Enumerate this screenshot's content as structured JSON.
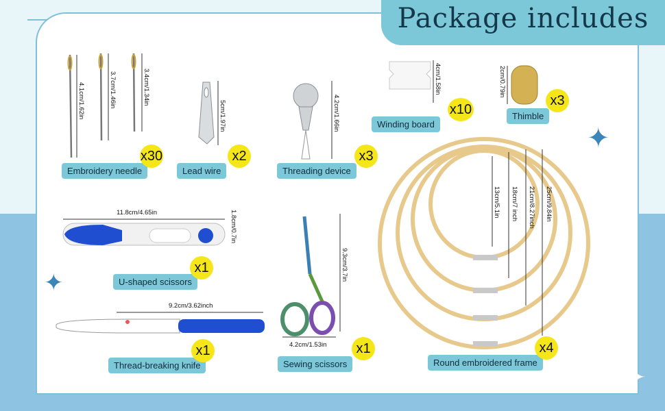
{
  "header": {
    "title": "Package includes"
  },
  "items": [
    {
      "name": "Embroidery needle",
      "qty": "x30",
      "dims": [
        "4.1cm/1.62in",
        "3.7cm/1.46in",
        "3.4cm/1.34in"
      ]
    },
    {
      "name": "Lead wire",
      "qty": "x2",
      "dims": [
        "5cm/1.97in"
      ]
    },
    {
      "name": "Threading device",
      "qty": "x3",
      "dims": [
        "4.2cm/1.66in"
      ]
    },
    {
      "name": "Winding board",
      "qty": "x10",
      "dims": [
        "4cm/1.58in"
      ]
    },
    {
      "name": "Thimble",
      "qty": "x3",
      "dims": [
        "2cm/0.79in"
      ]
    },
    {
      "name": "U-shaped scissors",
      "qty": "x1",
      "dims": [
        "11.8cm/4.65in",
        "1.8cm/0.7in"
      ]
    },
    {
      "name": "Sewing scissors",
      "qty": "x1",
      "dims": [
        "9.3cm/3.7in",
        "4.2cm/1.53in"
      ]
    },
    {
      "name": "Thread-breaking knife",
      "qty": "x1",
      "dims": [
        "9.2cm/3.62inch"
      ]
    },
    {
      "name": "Round embroidered frame",
      "qty": "x4",
      "dims": [
        "13cm/5.1in",
        "18cm/7 inch",
        "21cm/8.27inch",
        "25cm/9.84in"
      ]
    }
  ],
  "colors": {
    "accent": "#7cc8d9",
    "badge": "#f5e61a",
    "deep_blue": "#1f4fd0",
    "frame_wood": "#e7c98b"
  }
}
